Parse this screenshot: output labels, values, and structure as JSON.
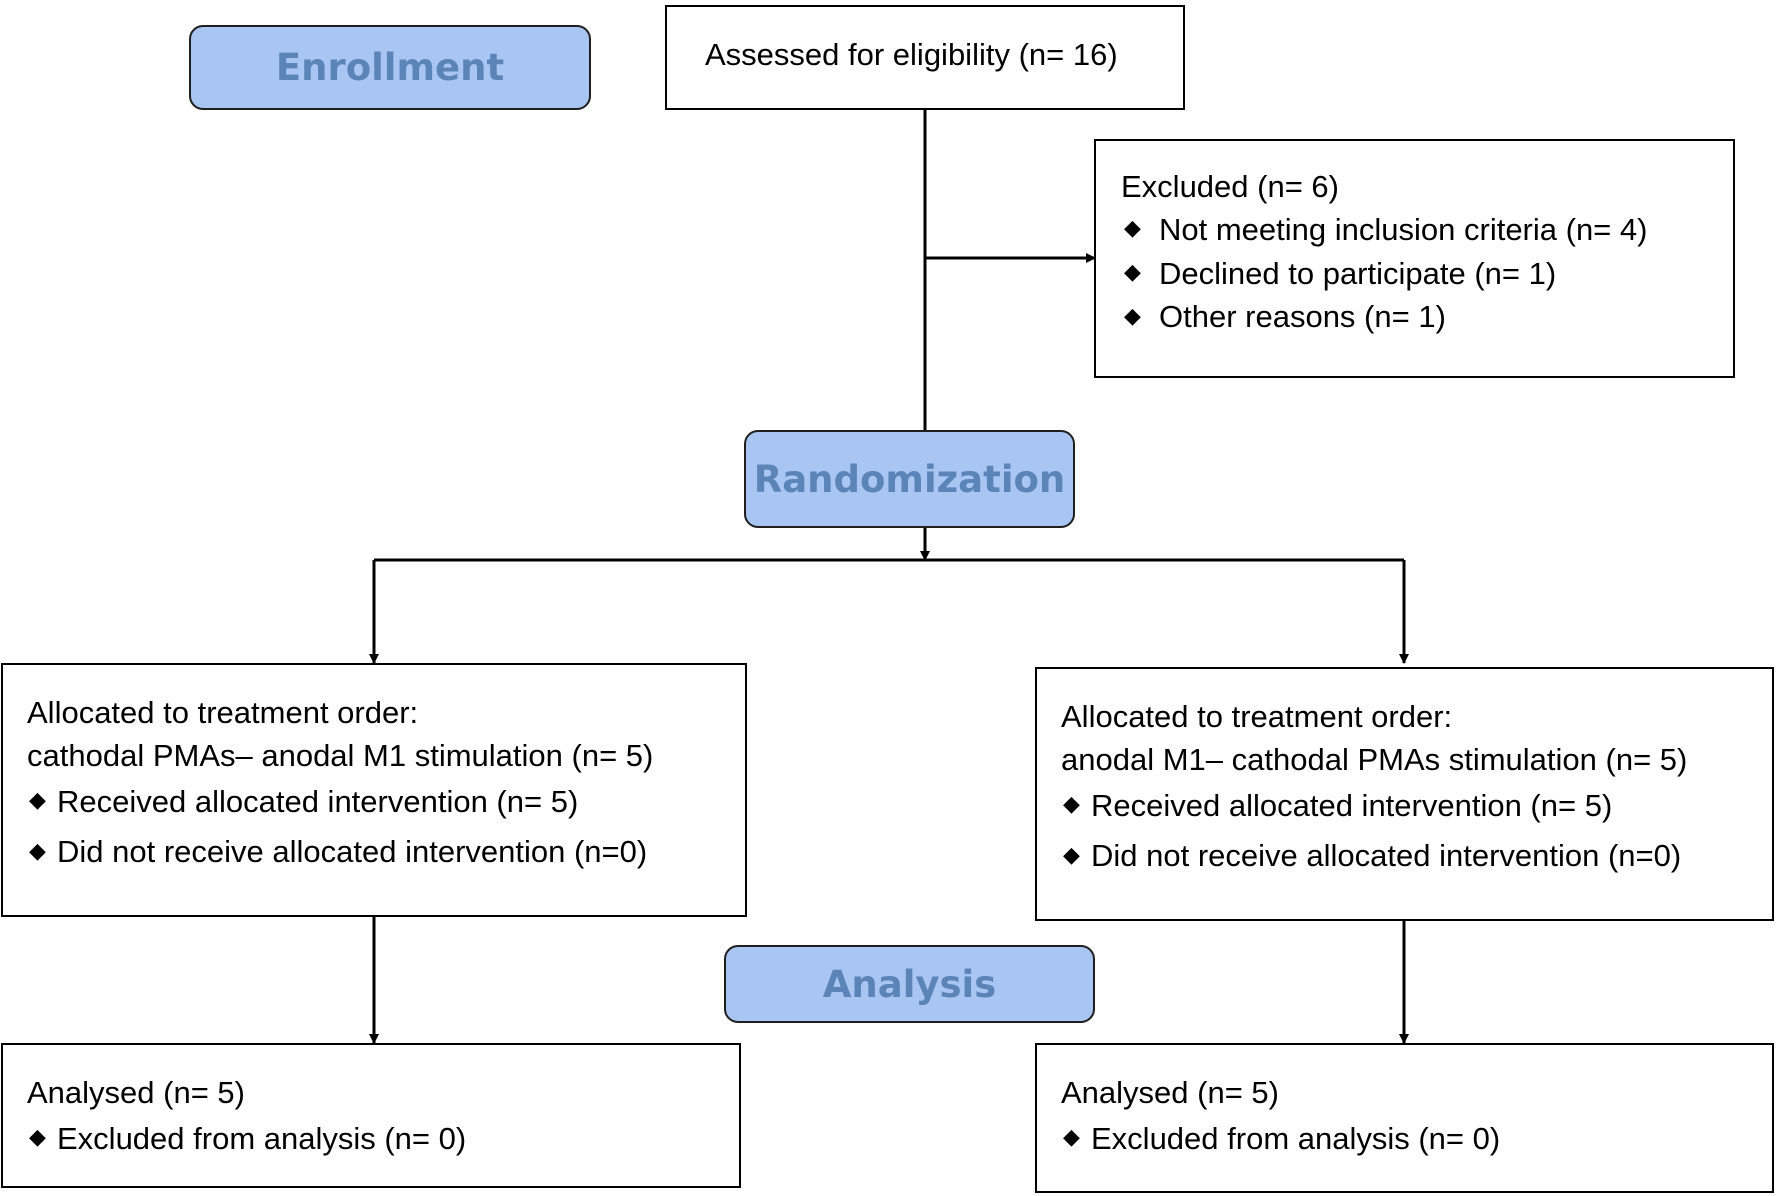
{
  "stages": {
    "enrollment": "Enrollment",
    "randomization": "Randomization",
    "analysis": "Analysis"
  },
  "assessed": "Assessed for eligibility (n= 16)",
  "excluded": {
    "title": "Excluded (n= 6)",
    "items": [
      "Not meeting inclusion criteria (n= 4)",
      "Declined to participate (n= 1)",
      "Other reasons (n= 1)"
    ]
  },
  "allocation_left": {
    "line1": "Allocated to treatment order:",
    "line2": "cathodal PMAs– anodal M1 stimulation (n= 5)",
    "items": [
      "Received allocated intervention (n= 5)",
      "Did not receive allocated intervention (n=0)"
    ]
  },
  "allocation_right": {
    "line1": "Allocated to treatment order:",
    "line2": "anodal M1– cathodal PMAs stimulation (n= 5)",
    "items": [
      "Received allocated intervention (n= 5)",
      "Did not receive allocated intervention (n=0)"
    ]
  },
  "analysis_left": {
    "title": "Analysed (n= 5)",
    "item": "Excluded from analysis (n=  0)"
  },
  "analysis_right": {
    "title": "Analysed (n= 5)",
    "item": "Excluded from analysis (n= 0)"
  },
  "bullet_glyph": "◆",
  "colors": {
    "stage_fill": "#a9c6f2",
    "stage_text": "#5b84b8",
    "line": "#000000"
  }
}
